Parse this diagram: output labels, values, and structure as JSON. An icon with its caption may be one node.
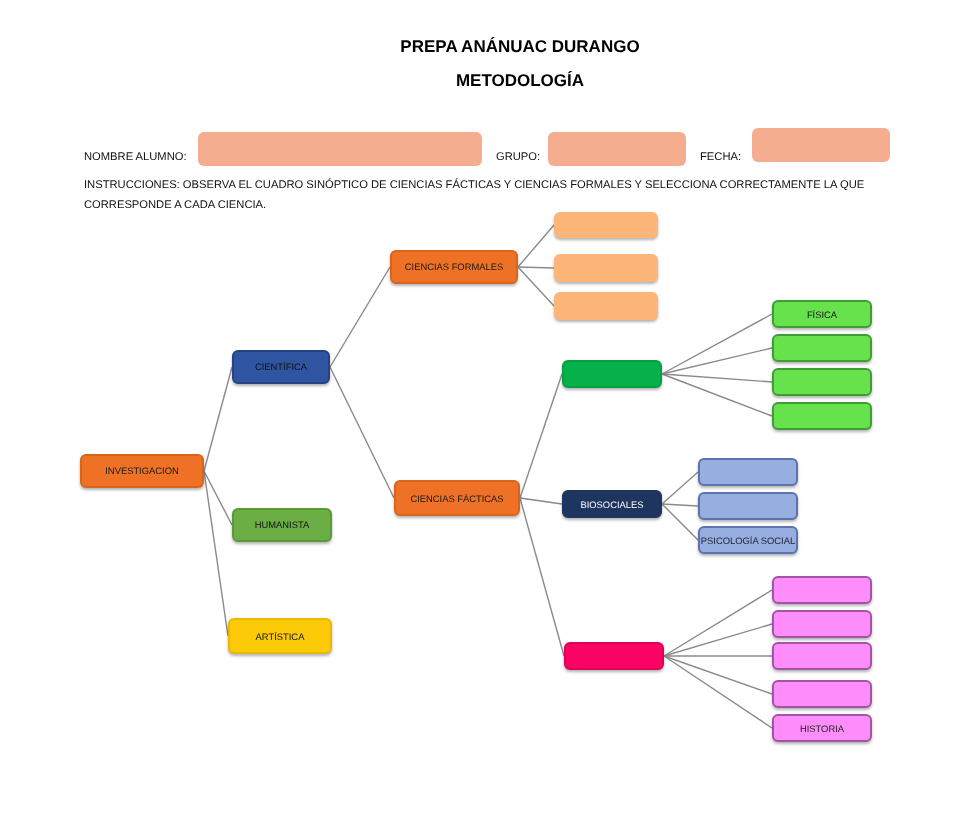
{
  "diagram": {
    "title": "PREPA ANÁNUAC DURANGO",
    "caption": "METODOLOGÍA",
    "nodes": [
      {
        "text": [
          "INVESTIGACION"
        ]
      },
      {
        "text": [
          "CIENTÍFICA"
        ]
      },
      {
        "text": [
          "HUMANISTA"
        ]
      },
      {
        "text": [
          "ARTÍSTICA"
        ]
      },
      {
        "text": [
          "CIENCIAS FORMALES"
        ]
      },
      {
        "text": [],
        "shape": "box"
      },
      {
        "text": [],
        "shape": "box"
      },
      {
        "text": [],
        "shape": "box"
      },
      {
        "text": [
          "CIENCIAS FÁCTICAS"
        ]
      },
      {
        "text": [],
        "shape": "box"
      },
      {
        "text": [
          "FÍSICA"
        ]
      },
      {
        "text": [],
        "shape": "box"
      },
      {
        "text": [],
        "shape": "box"
      },
      {
        "text": [],
        "shape": "box"
      },
      {
        "text": [
          "BIOSOCIALES"
        ]
      },
      {
        "text": [],
        "shape": "box"
      },
      {
        "text": [],
        "shape": "box"
      },
      {
        "text": [
          "PSICOLOGÍA SOCIAL"
        ]
      },
      {
        "text": [],
        "shape": "box"
      },
      {
        "text": [],
        "shape": "box"
      },
      {
        "text": [],
        "shape": "box"
      },
      {
        "text": [],
        "shape": "box"
      },
      {
        "text": [],
        "shape": "box"
      },
      {
        "text": [
          "HISTORIA"
        ]
      }
    ],
    "edges": [
      {
        "from": 0,
        "to": 1,
        "arrow": "none"
      },
      {
        "from": 0,
        "to": 2,
        "arrow": "none"
      },
      {
        "from": 0,
        "to": 3,
        "arrow": "none"
      },
      {
        "from": 1,
        "to": 4,
        "arrow": "none"
      },
      {
        "from": 1,
        "to": 8,
        "arrow": "none"
      },
      {
        "from": 4,
        "to": 5,
        "arrow": "none"
      },
      {
        "from": 4,
        "to": 6,
        "arrow": "none"
      },
      {
        "from": 4,
        "to": 7,
        "arrow": "none"
      },
      {
        "from": 8,
        "to": 9,
        "arrow": "none"
      },
      {
        "from": 8,
        "to": 14,
        "arrow": "none"
      },
      {
        "from": 8,
        "to": 18,
        "arrow": "none"
      },
      {
        "from": 9,
        "to": 10,
        "arrow": "none"
      },
      {
        "from": 9,
        "to": 11,
        "arrow": "none"
      },
      {
        "from": 9,
        "to": 12,
        "arrow": "none"
      },
      {
        "from": 9,
        "to": 13,
        "arrow": "none"
      },
      {
        "from": 14,
        "to": 15,
        "arrow": "none"
      },
      {
        "from": 14,
        "to": 16,
        "arrow": "none"
      },
      {
        "from": 14,
        "to": 17,
        "arrow": "none"
      },
      {
        "from": 18,
        "to": 19,
        "arrow": "none"
      },
      {
        "from": 18,
        "to": 20,
        "arrow": "none"
      },
      {
        "from": 18,
        "to": 21,
        "arrow": "none"
      },
      {
        "from": 18,
        "to": 22,
        "arrow": "none"
      },
      {
        "from": 18,
        "to": 23,
        "arrow": "none"
      }
    ],
    "labels": [
      "NOMBRE ALUMNO:",
      "GRUPO:",
      "FECHA:",
      "INSTRUCCIONES: OBSERVA EL CUADRO SINÓPTICO DE CIENCIAS FÁCTICAS Y CIENCIAS FORMALES Y SELECCIONA CORRECTAMENTE LA QUE CORRESPONDE A CADA CIENCIA."
    ]
  }
}
